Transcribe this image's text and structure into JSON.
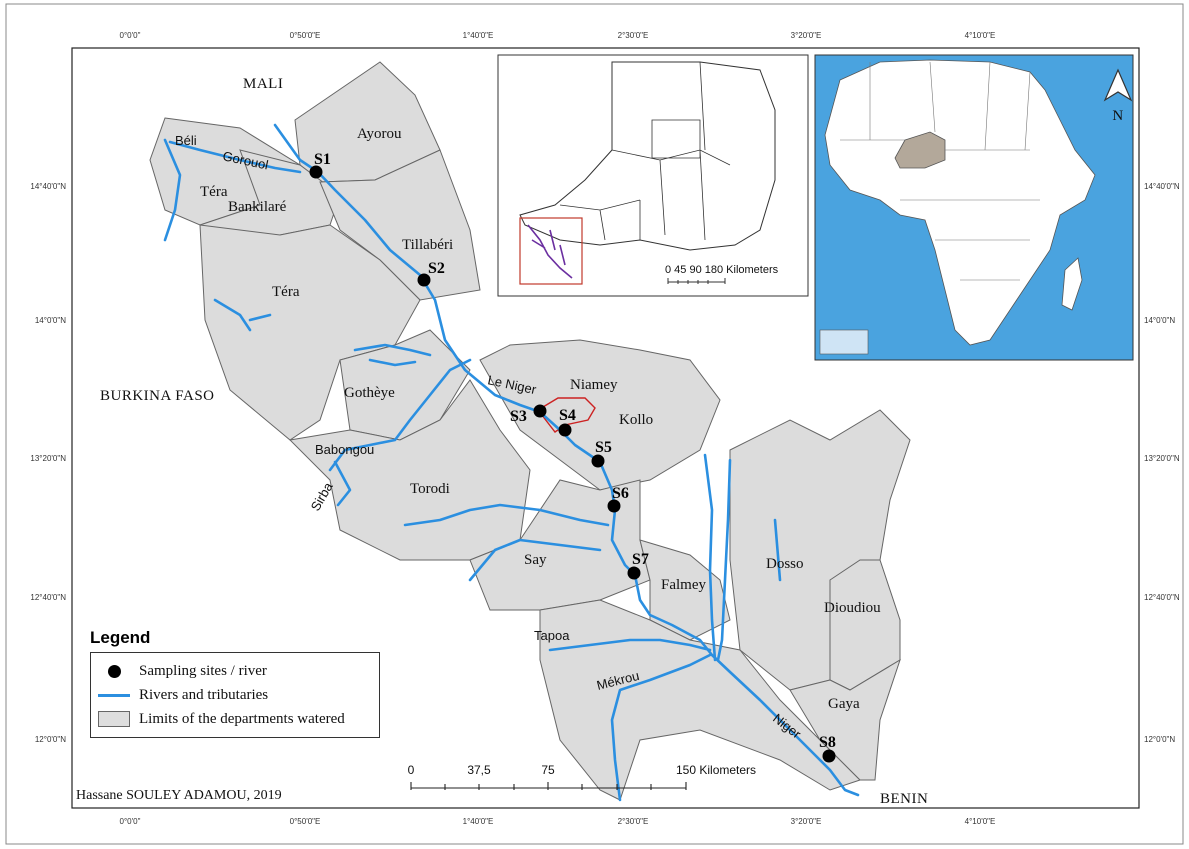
{
  "coords": {
    "top": [
      "0°0'0\"",
      "0°50'0\"E",
      "1°40'0\"E",
      "2°30'0\"E",
      "3°20'0\"E",
      "4°10'0\"E"
    ],
    "bottom": [
      "0°0'0\"",
      "0°50'0\"E",
      "1°40'0\"E",
      "2°30'0\"E",
      "3°20'0\"E",
      "4°10'0\"E"
    ],
    "left": [
      "14°40'0\"N",
      "14°0'0\"N",
      "13°20'0\"N",
      "12°40'0\"N",
      "12°0'0\"N"
    ],
    "right": [
      "14°40'0\"N",
      "14°0'0\"N",
      "13°20'0\"N",
      "12°40'0\"N",
      "12°0'0\"N"
    ]
  },
  "countries": {
    "mali": "MALI",
    "burkina": "BURKINA FASO",
    "benin": "BENIN"
  },
  "departments": {
    "ayorou": "Ayorou",
    "tera1": "Téra",
    "bankilare": "Bankilaré",
    "tillaberi": "Tillabéri",
    "tera2": "Téra",
    "gotheye": "Gothèye",
    "niamey": "Niamey",
    "kollo": "Kollo",
    "torodi": "Torodi",
    "say": "Say",
    "falmey": "Falmey",
    "dosso": "Dosso",
    "dioudiou": "Dioudiou",
    "gaya": "Gaya"
  },
  "rivers": {
    "bali": "Béli",
    "gorouol": "Gorouol",
    "le_niger": "Le Niger",
    "babongou": "Babongou",
    "sirba": "Sirba",
    "tapoa": "Tapoa",
    "mekrou": "Mékrou",
    "niger": "Niger"
  },
  "sites": [
    "S1",
    "S2",
    "S3",
    "S4",
    "S5",
    "S6",
    "S7",
    "S8"
  ],
  "north": "N",
  "scale": {
    "ticks": [
      "0",
      "37,5",
      "75",
      "150 Kilometers"
    ]
  },
  "inset_niger": {
    "scale_text": "0  45 90     180 Kilometers"
  },
  "legend": {
    "title": "Legend",
    "items": [
      {
        "label": "Sampling sites / river"
      },
      {
        "label": "Rivers and tributaries"
      },
      {
        "label": "Limits of the departments watered"
      }
    ]
  },
  "author": "Hassane SOULEY ADAMOU, 2019",
  "colors": {
    "land": "#dcdcdc",
    "river": "#2b8fe0",
    "ocean": "#4aa3df",
    "niger_highlight": "#b3a89a",
    "niamey_outline": "#cc2222"
  }
}
